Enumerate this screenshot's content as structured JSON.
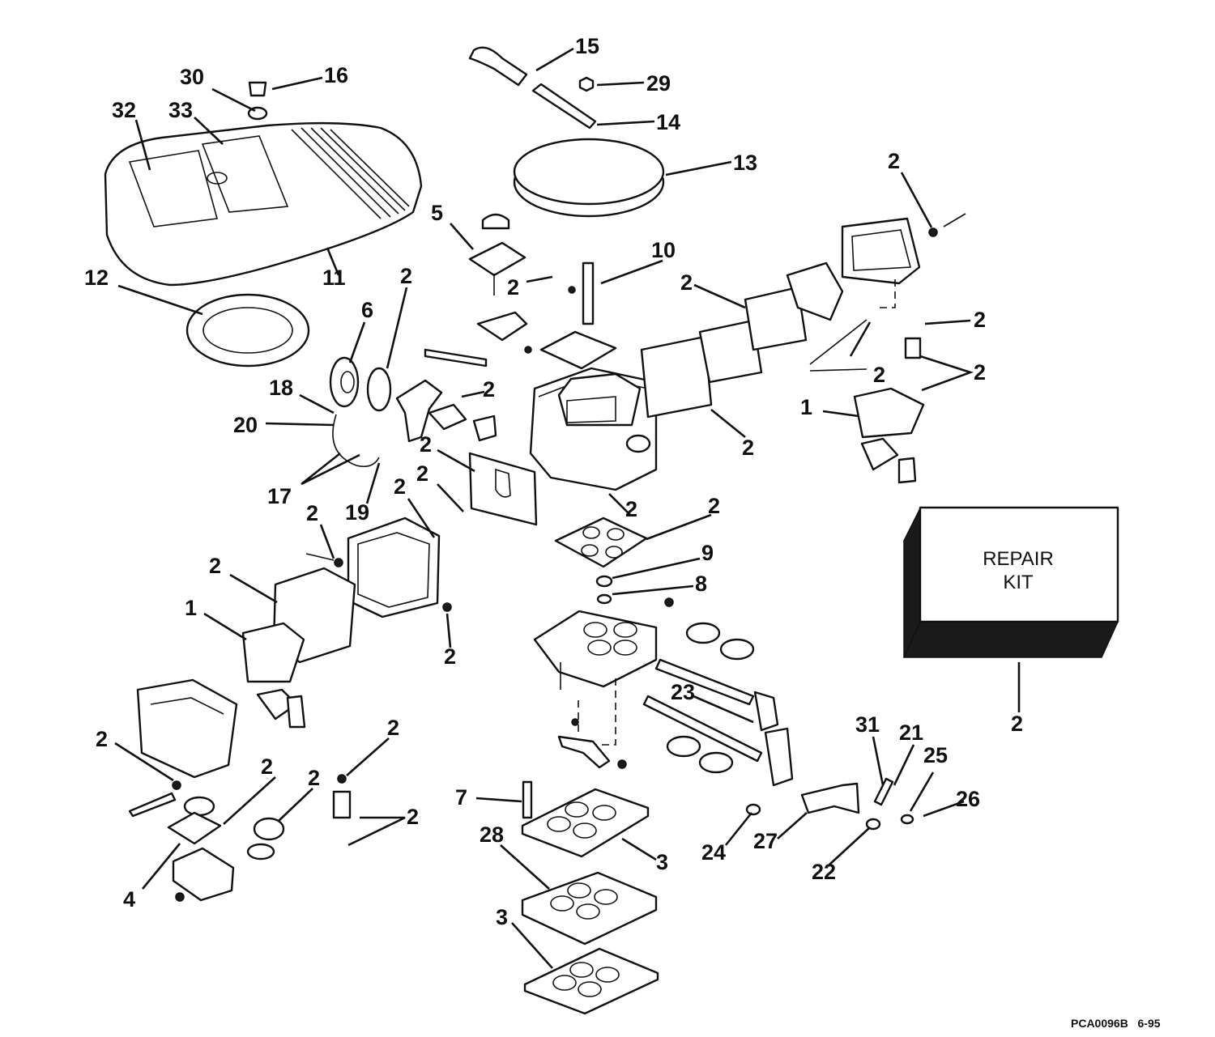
{
  "diagram": {
    "callouts": [
      "2",
      "1",
      "3",
      "4",
      "5",
      "6",
      "7",
      "8",
      "9",
      "10",
      "11",
      "12",
      "13",
      "14",
      "15",
      "16",
      "17",
      "18",
      "19",
      "20",
      "21",
      "22",
      "23",
      "24",
      "25",
      "26",
      "27",
      "28",
      "29",
      "30",
      "31",
      "32",
      "33"
    ],
    "repair_kit": {
      "line1": "REPAIR",
      "line2": "KIT"
    },
    "document_ref": "PCA0096B",
    "revision": "6-95"
  }
}
